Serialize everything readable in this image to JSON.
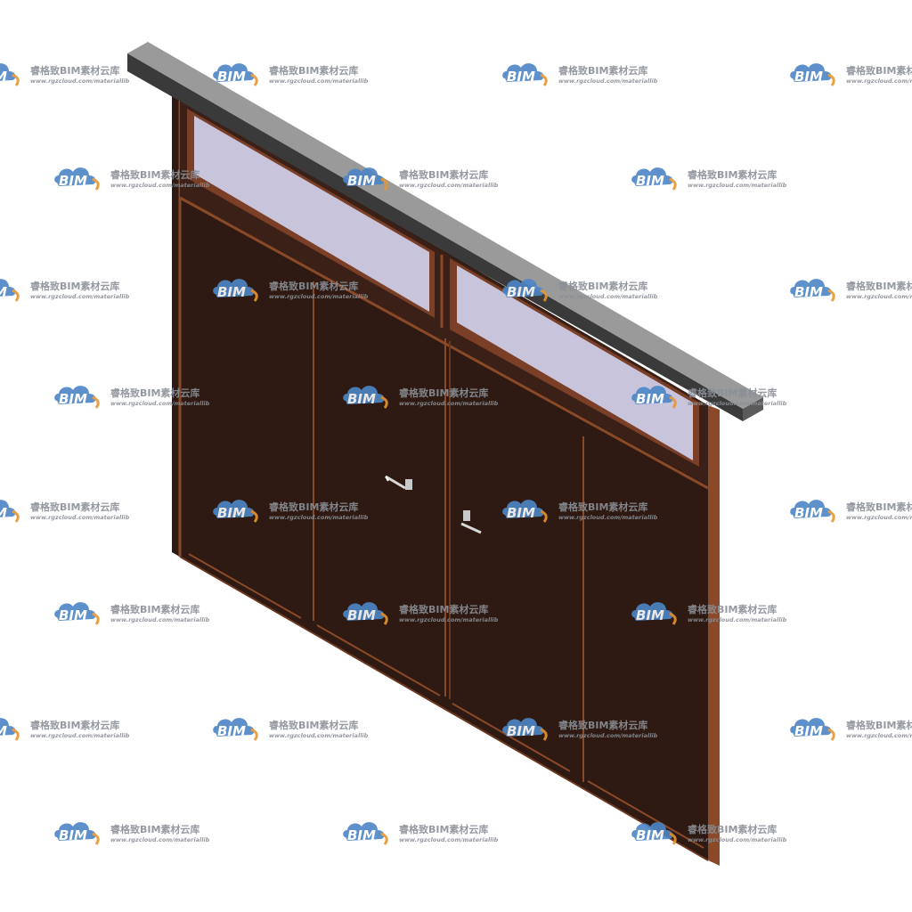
{
  "watermark": {
    "logo_text": "BIM",
    "name": "睿格致BIM素材云库",
    "url": "www.rgzcloud.com/materiallib",
    "colors": {
      "cloud": "#4d86c6",
      "accent": "#e8952e",
      "text": "#8a8f96"
    }
  },
  "model": {
    "object": "double door with transom windows",
    "colors": {
      "leaf": "#2e1a12",
      "frame": "#8a4a2a",
      "frame_edge": "#a2603a",
      "glass": "#c7c4dc",
      "lintel_top": "#9a9a9a",
      "lintel_front": "#3a3a3a",
      "lintel_end": "#5a5a5a",
      "handle": "#d8d8d8"
    }
  }
}
